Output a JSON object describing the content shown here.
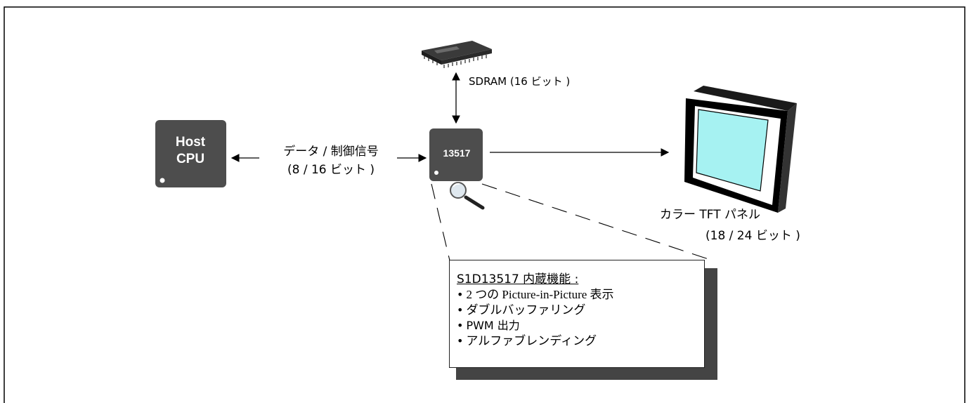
{
  "host_cpu": {
    "line1": "Host",
    "line2": "CPU"
  },
  "controller_chip": {
    "label": "13517"
  },
  "sdram": {
    "label": "SDRAM (16 ビット )"
  },
  "bus": {
    "line1": "データ / 制御信号",
    "line2": "(8 / 16 ビット )"
  },
  "panel": {
    "line1": "カラー TFT パネル",
    "line2": "(18 / 24 ビット )"
  },
  "features": {
    "title": "S1D13517 内蔵機能 :",
    "items": [
      "2 つの Picture-in-Picture 表示",
      "ダブルバッファリング",
      "PWM 出力",
      "アルファブレンディング"
    ]
  },
  "colors": {
    "chip": "#4d4d4d",
    "screen": "#a6f2f2",
    "frame": "#000000"
  },
  "icons": [
    "sdram-chip-icon",
    "magnifier-icon",
    "tft-panel-icon"
  ]
}
